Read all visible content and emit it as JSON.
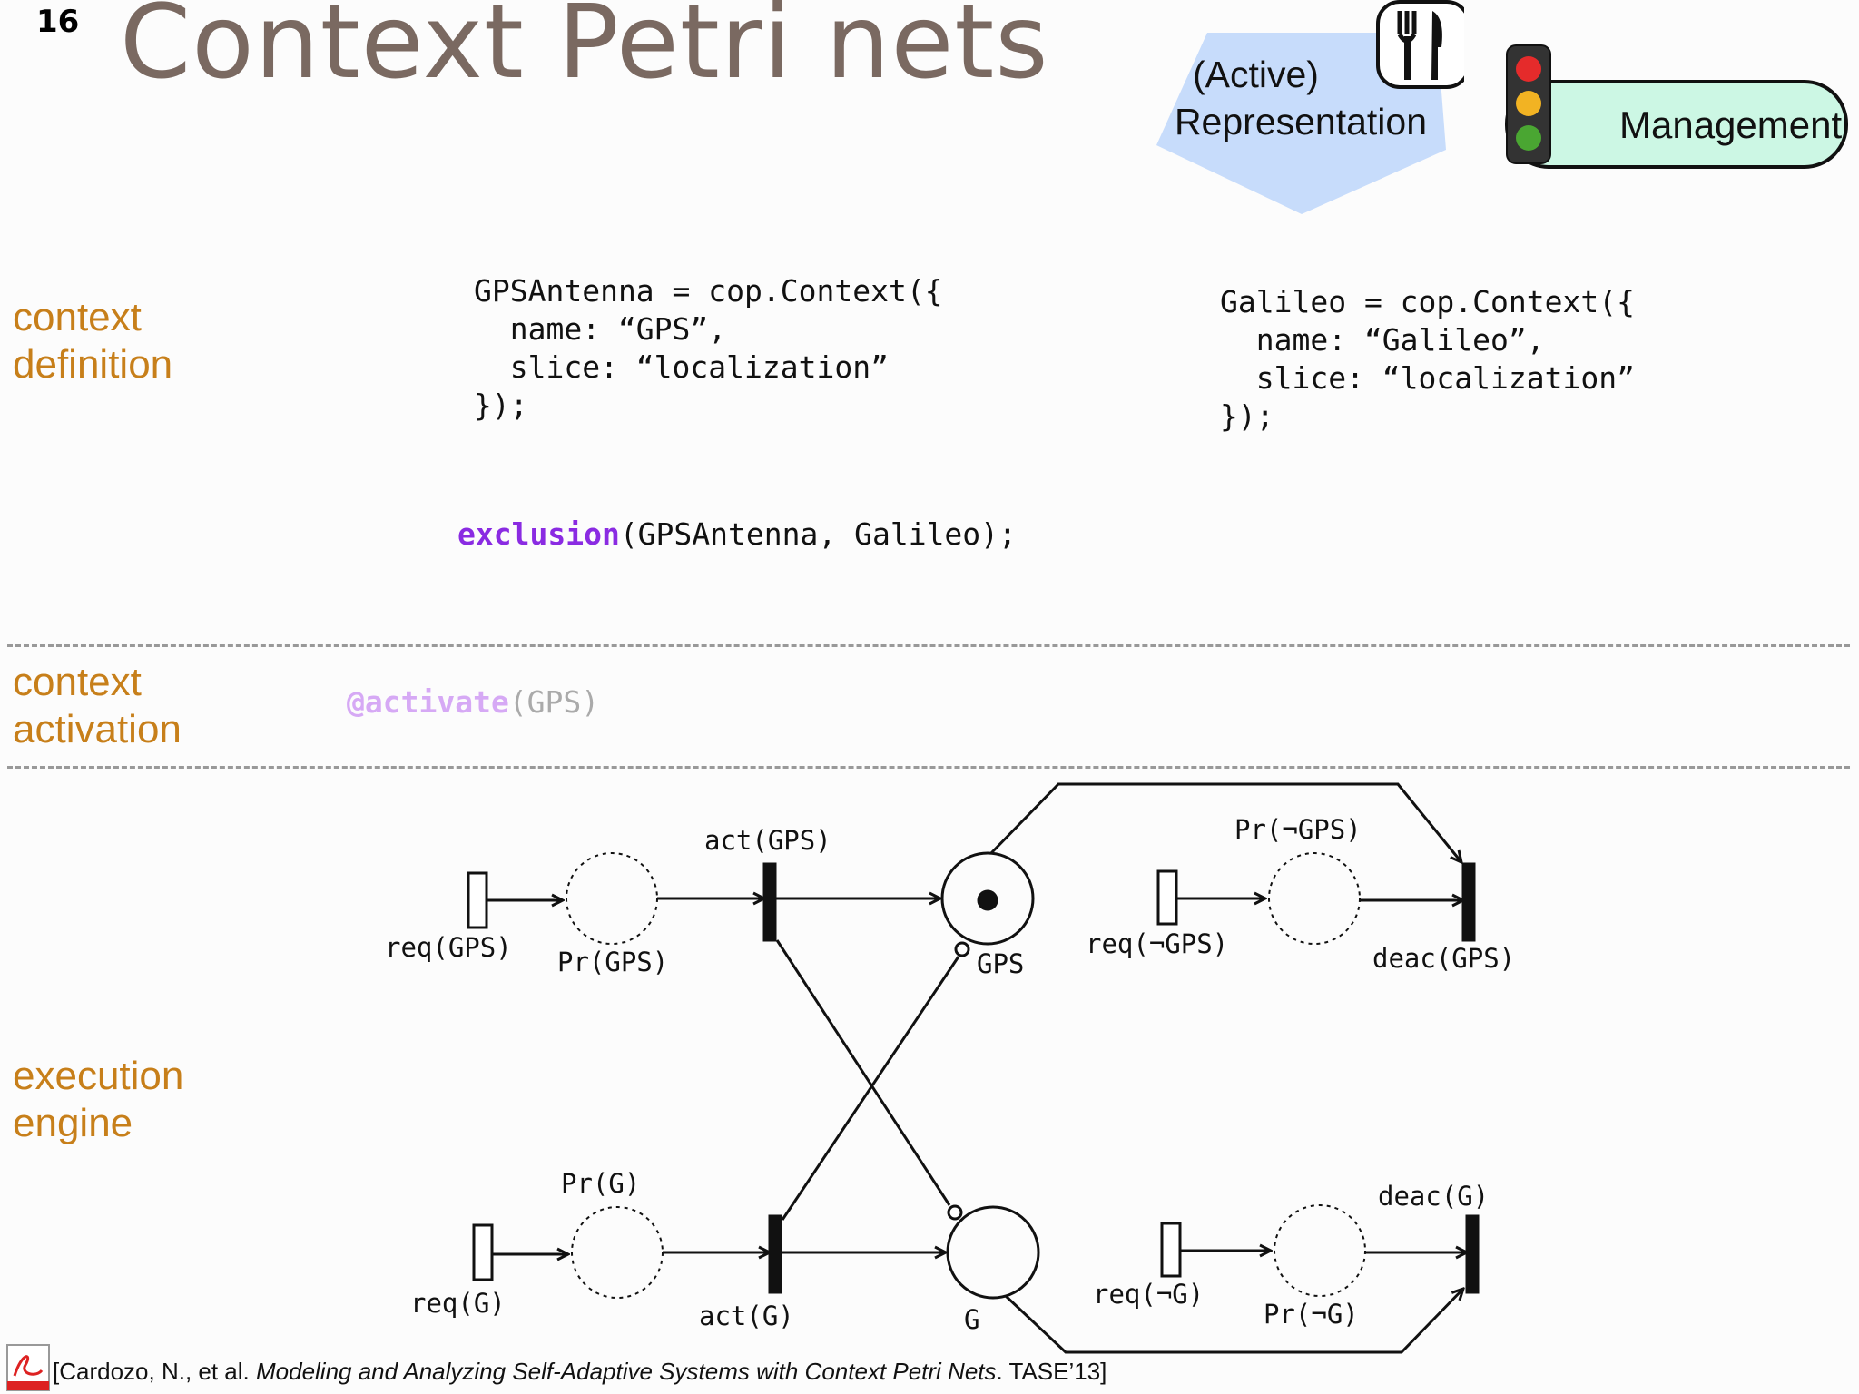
{
  "slide": {
    "number": "16",
    "title": "Context Petri nets"
  },
  "badges": {
    "representation_line1": "(Active)",
    "representation_line2": "Representation",
    "representation_icon": "fork-knife-icon",
    "management_label": "Management",
    "management_icon": "traffic-light-icon",
    "representation_color": "#c7dcfb",
    "management_color": "#ccf7e4"
  },
  "sections": {
    "definition": "context definition",
    "activation": "context activation",
    "engine": "execution engine"
  },
  "code": {
    "gps_block": "GPSAntenna = cop.Context({\n  name: “GPS”,\n  slice: “localization”\n});",
    "galileo_block": "Galileo = cop.Context({\n  name: “Galileo”,\n  slice: “localization”\n});",
    "exclusion_keyword": "exclusion",
    "exclusion_args": "(GPSAntenna, Galileo);",
    "activate_keyword": "@activate",
    "activate_args": "(GPS)"
  },
  "petri_net": {
    "req_gps": "req(GPS)",
    "pr_gps": "Pr(GPS)",
    "act_gps": "act(GPS)",
    "gps": "GPS",
    "req_not_gps": "req(¬GPS)",
    "pr_not_gps": "Pr(¬GPS)",
    "deac_gps": "deac(GPS)",
    "req_g": "req(G)",
    "pr_g": "Pr(G)",
    "act_g": "act(G)",
    "g": "G",
    "req_not_g": "req(¬G)",
    "pr_not_g": "Pr(¬G)",
    "deac_g": "deac(G)"
  },
  "citation": {
    "authors": "[Cardozo, N., et al. ",
    "title": "Modeling and Analyzing Self-Adaptive Systems with Context Petri Nets",
    "venue": ". TASE’13]",
    "icon": "pdf-icon"
  }
}
